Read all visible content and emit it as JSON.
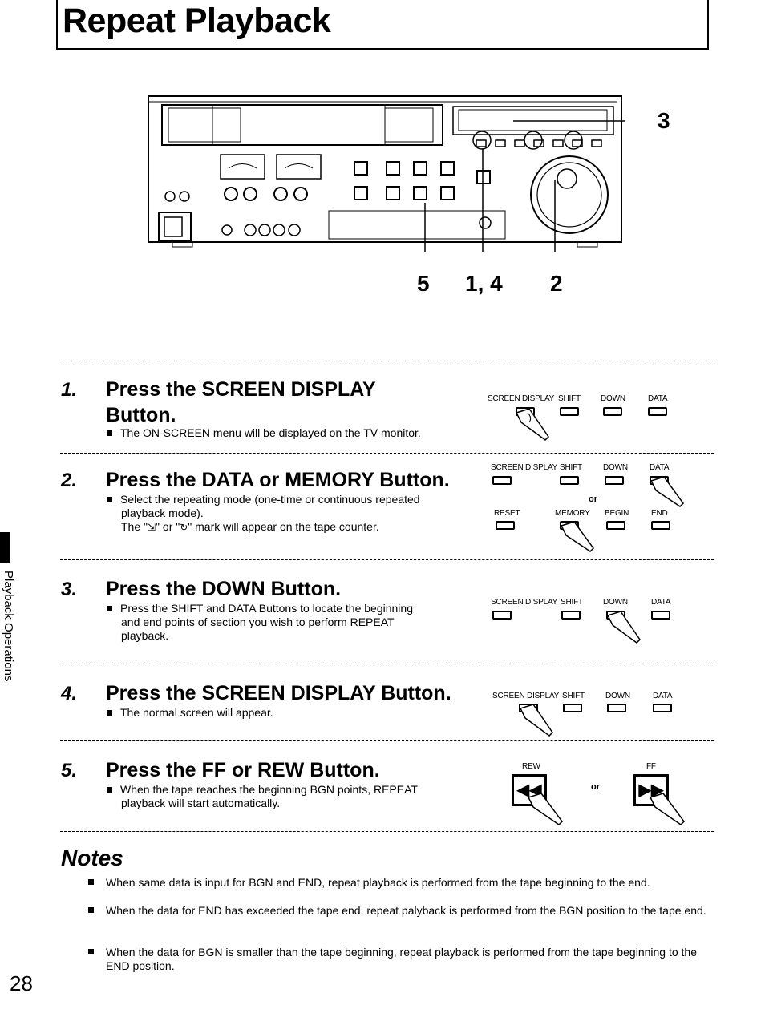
{
  "title": "Repeat Playback",
  "callouts": {
    "c3": "3",
    "c5": "5",
    "c14": "1, 4",
    "c2": "2"
  },
  "steps": [
    {
      "num": "1.",
      "title_line1": "Press the SCREEN DISPLAY",
      "title_line2": "Button.",
      "body": "The ON-SCREEN menu will be displayed on the TV monitor.",
      "buttons": [
        "SCREEN DISPLAY",
        "SHIFT",
        "DOWN",
        "DATA"
      ]
    },
    {
      "num": "2.",
      "title": "Press the DATA or MEMORY Button.",
      "body1": "Select the repeating mode (one-time or continuous repeated",
      "body2": "playback mode).",
      "body3_a": "The \"",
      "body3_b": "\" or \"",
      "body3_c": "\" mark will appear on the tape counter.",
      "buttons_a": [
        "SCREEN DISPLAY",
        "SHIFT",
        "DOWN",
        "DATA"
      ],
      "or": "or",
      "buttons_b": [
        "RESET",
        "MEMORY",
        "BEGIN",
        "END"
      ]
    },
    {
      "num": "3.",
      "title": "Press the DOWN Button.",
      "body1": "Press the SHIFT and DATA Buttons to locate the beginning",
      "body2": "and end points of section you wish to perform REPEAT",
      "body3": "playback.",
      "buttons": [
        "SCREEN DISPLAY",
        "SHIFT",
        "DOWN",
        "DATA"
      ]
    },
    {
      "num": "4.",
      "title": "Press the SCREEN DISPLAY Button.",
      "body": "The normal screen will appear.",
      "buttons": [
        "SCREEN DISPLAY",
        "SHIFT",
        "DOWN",
        "DATA"
      ]
    },
    {
      "num": "5.",
      "title": "Press the FF or REW Button.",
      "body1": "When the tape reaches the beginning BGN points, REPEAT",
      "body2": "playback will start automatically.",
      "rew": "REW",
      "ff": "FF",
      "or": "or"
    }
  ],
  "notes": {
    "heading": "Notes",
    "items": [
      "When same data is input for BGN and END, repeat playback is performed from the tape beginning to the end.",
      "When the data for END has exceeded the tape end, repeat palyback is performed from the BGN position to the tape end.",
      "When the data for BGN is smaller than the tape beginning, repeat playback is performed from the tape beginning to the END position."
    ]
  },
  "side_label": "Playback Operations",
  "page_number": "28"
}
